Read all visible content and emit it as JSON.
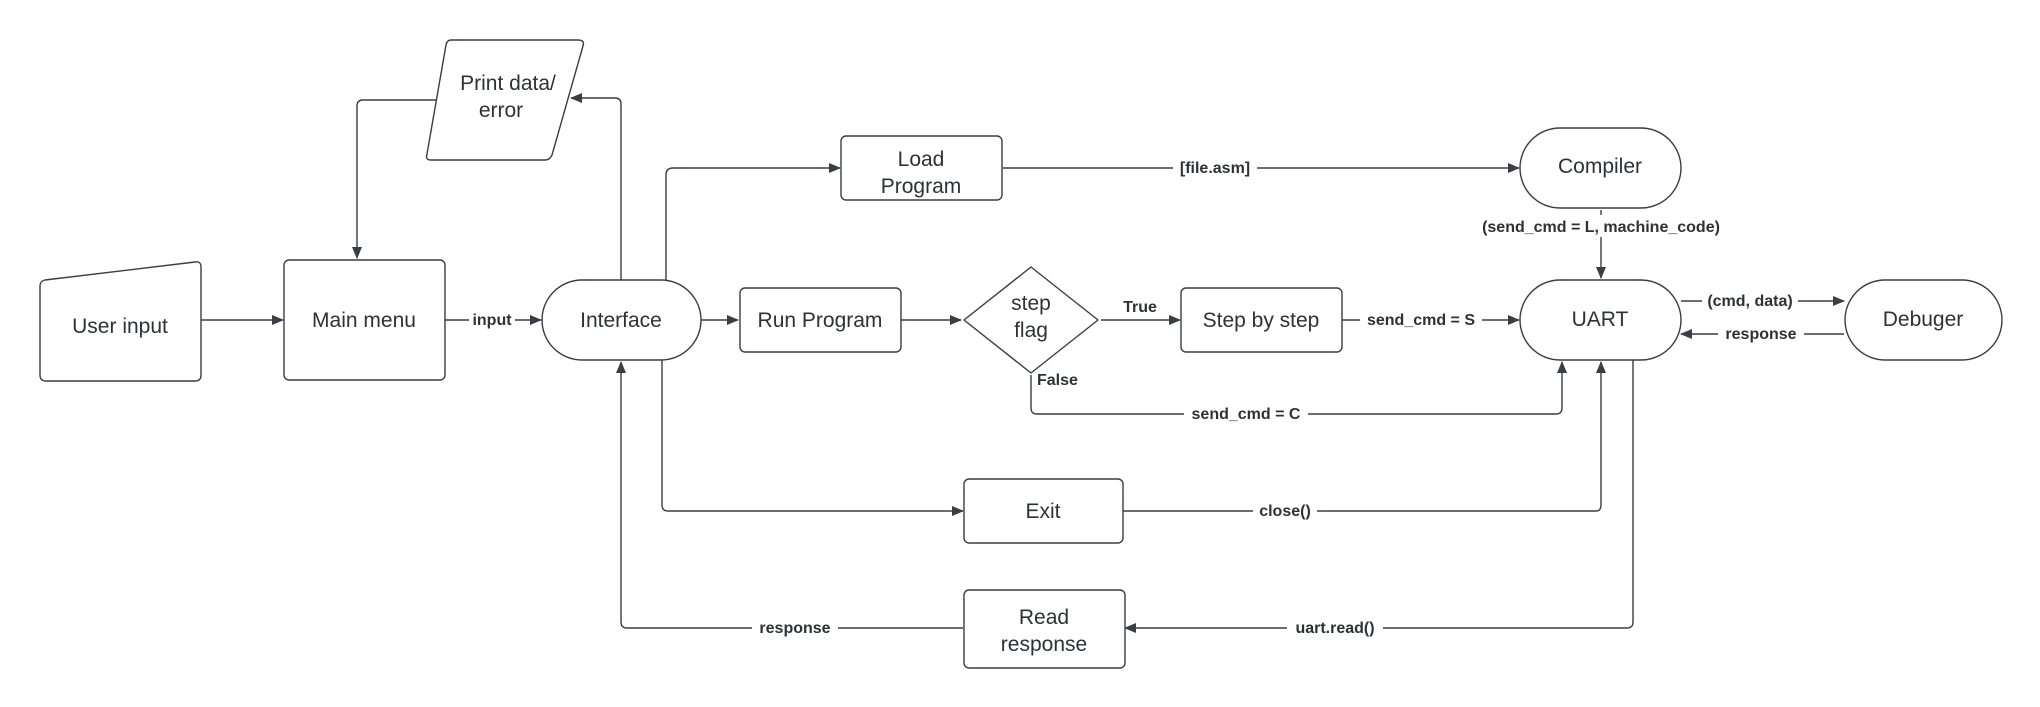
{
  "nodes": {
    "user_input": "User input",
    "main_menu": "Main menu",
    "print_data": [
      "Print data/",
      "error"
    ],
    "interface": "Interface",
    "load_program": [
      "Load",
      "Program"
    ],
    "compiler": "Compiler",
    "run_program": "Run Program",
    "step_flag": [
      "step",
      "flag"
    ],
    "step_by_step": "Step by step",
    "uart": "UART",
    "debuger": "Debuger",
    "exit": "Exit",
    "read_response": [
      "Read",
      "response"
    ]
  },
  "edge_labels": {
    "input": "input",
    "file_asm": "[file.asm]",
    "send_cmd_L": "(send_cmd = L, machine_code)",
    "true": "True",
    "false": "False",
    "send_cmd_S": "send_cmd = S",
    "send_cmd_C": "send_cmd = C",
    "cmd_data": "(cmd, data)",
    "response_debuger": "response",
    "close": "close()",
    "uart_read": "uart.read()",
    "response_interface": "response"
  },
  "colors": {
    "stroke": "#3a3d45",
    "text": "#2f3138",
    "background": "#ffffff"
  }
}
